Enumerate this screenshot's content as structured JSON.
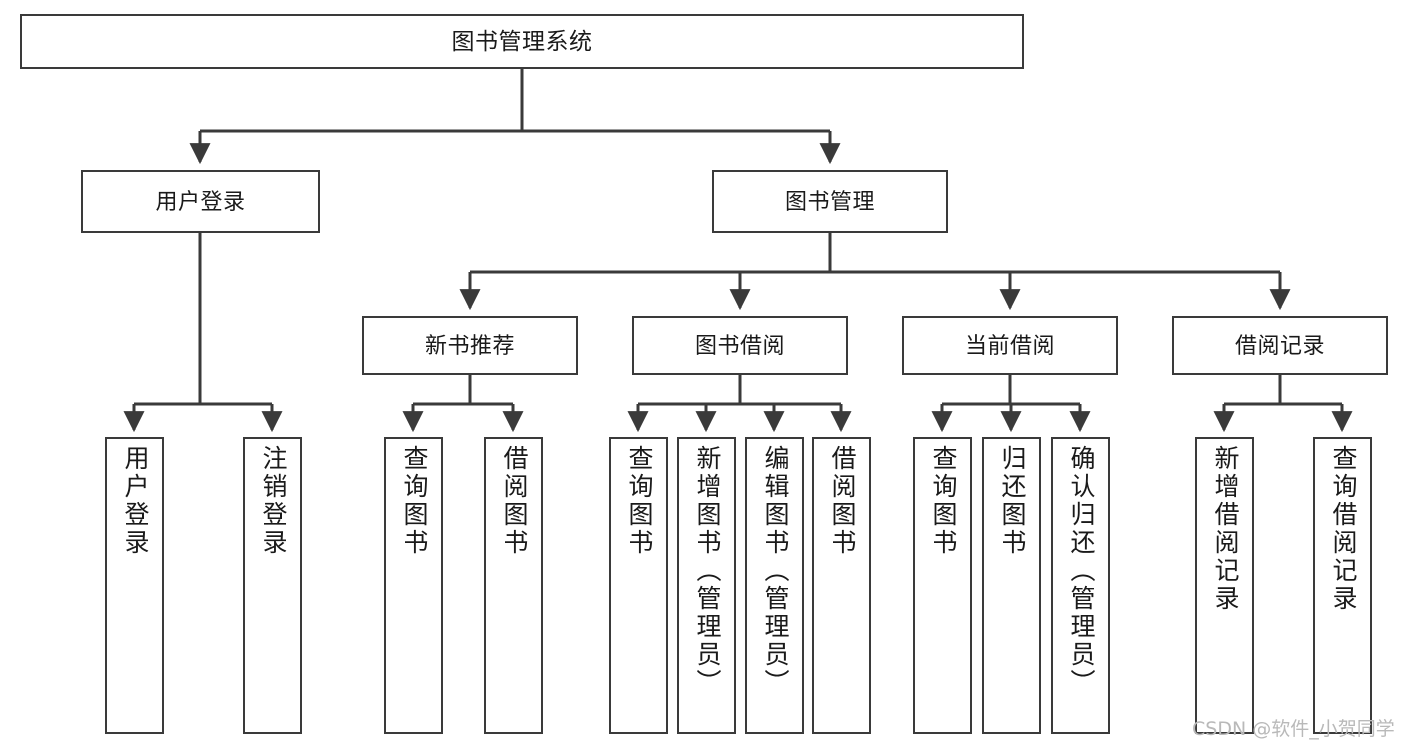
{
  "diagram": {
    "title": "图书管理系统",
    "type": "tree-hierarchy",
    "watermark": "CSDN @软件_小贺同学",
    "colors": {
      "border": "#3a3a3a",
      "background": "#ffffff",
      "text": "#1a1a1a",
      "edge": "#3a3a3a",
      "watermark": "#b9b9b9"
    }
  },
  "nodes": {
    "root": {
      "label": "图书管理系统"
    },
    "level1": [
      {
        "id": "user-login",
        "label": "用户登录"
      },
      {
        "id": "book-manage",
        "label": "图书管理"
      }
    ],
    "level2": [
      {
        "id": "new-book-recommend",
        "label": "新书推荐"
      },
      {
        "id": "book-borrow",
        "label": "图书借阅"
      },
      {
        "id": "current-borrow",
        "label": "当前借阅"
      },
      {
        "id": "borrow-record",
        "label": "借阅记录"
      }
    ],
    "leaves": [
      {
        "id": "leaf-user-login",
        "label": "用户登录",
        "parent": "user-login"
      },
      {
        "id": "leaf-logout-login",
        "label": "注销登录",
        "parent": "user-login"
      },
      {
        "id": "leaf-query-book-1",
        "label": "查询图书",
        "parent": "new-book-recommend"
      },
      {
        "id": "leaf-borrow-book-1",
        "label": "借阅图书",
        "parent": "new-book-recommend"
      },
      {
        "id": "leaf-query-book-2",
        "label": "查询图书",
        "parent": "book-borrow"
      },
      {
        "id": "leaf-add-book",
        "label": "新增图书（管理员）",
        "parent": "book-borrow"
      },
      {
        "id": "leaf-edit-book",
        "label": "编辑图书（管理员）",
        "parent": "book-borrow"
      },
      {
        "id": "leaf-borrow-book-2",
        "label": "借阅图书",
        "parent": "book-borrow"
      },
      {
        "id": "leaf-query-book-3",
        "label": "查询图书",
        "parent": "current-borrow"
      },
      {
        "id": "leaf-return-book",
        "label": "归还图书",
        "parent": "current-borrow"
      },
      {
        "id": "leaf-confirm-return",
        "label": "确认归还（管理员）",
        "parent": "current-borrow"
      },
      {
        "id": "leaf-add-record",
        "label": "新增借阅记录",
        "parent": "borrow-record"
      },
      {
        "id": "leaf-query-record",
        "label": "查询借阅记录",
        "parent": "borrow-record"
      }
    ]
  }
}
